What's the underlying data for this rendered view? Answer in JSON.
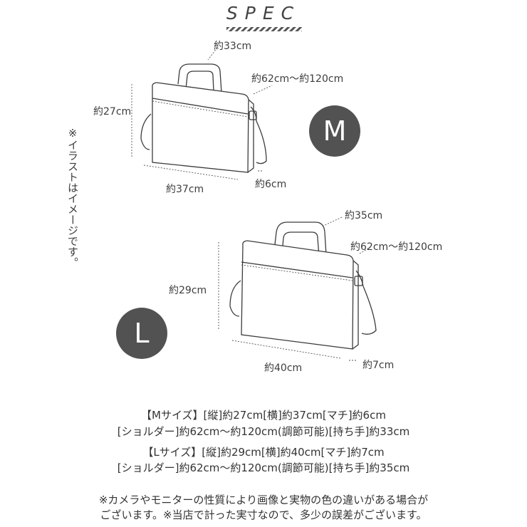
{
  "header": {
    "title": "SPEC"
  },
  "side_note": "※イラストはイメージです。",
  "bag_m": {
    "badge": "M",
    "handle": "約33cm",
    "shoulder": "約62cm〜約120cm",
    "height": "約27cm",
    "width": "約37cm",
    "depth": "約6cm"
  },
  "bag_l": {
    "badge": "L",
    "handle": "約35cm",
    "shoulder": "約62cm〜約120cm",
    "height": "約29cm",
    "width": "約40cm",
    "depth": "約7cm"
  },
  "specs": {
    "m_line1": "【Mサイズ】[縦]約27cm[横]約37cm[マチ]約6cm",
    "m_line2": "[ショルダー]約62cm〜約120cm(調節可能)[持ち手]約33cm",
    "l_line1": "【Lサイズ】[縦]約29cm[横]約40cm[マチ]約7cm",
    "l_line2": "[ショルダー]約62cm〜約120cm(調節可能)[持ち手]約35cm"
  },
  "footnote": {
    "line1": "※カメラやモニターの性質により画像と実物の色の違いがある場合が",
    "line2": "ございます。※当店で計った実寸なので、多少の誤差がございます。"
  }
}
